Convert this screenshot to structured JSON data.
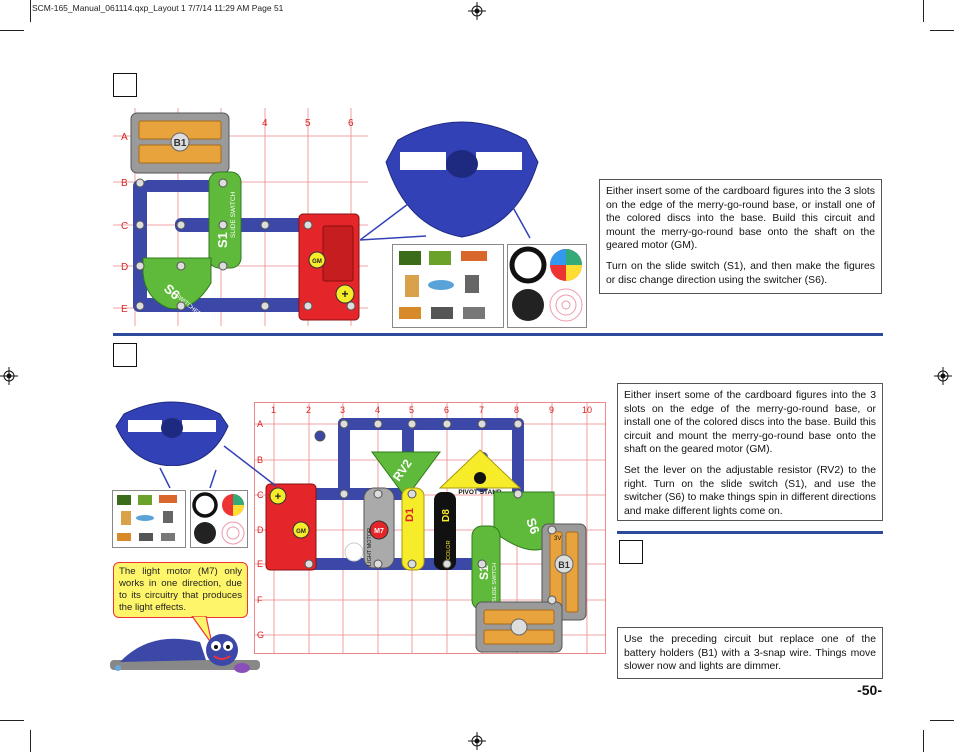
{
  "slug": "SCM-165_Manual_061114.qxp_Layout 1  7/7/14  11:29 AM  Page 51",
  "page_number": "-50-",
  "project_top": {
    "grid_cols": [
      "4",
      "5",
      "6"
    ],
    "grid_rows": [
      "A",
      "B",
      "C",
      "D",
      "E"
    ],
    "text": [
      "Either insert some of the cardboard figures into the 3 slots on the edge of the merry-go-round base, or install one of the colored discs into the base. Build this circuit and mount the merry-go-round base onto the shaft on the geared motor (GM).",
      "Turn on the slide switch (S1), and then make the figures or disc change direction using the switcher (S6)."
    ]
  },
  "project_middle": {
    "grid_cols": [
      "1",
      "2",
      "3",
      "4",
      "5",
      "6",
      "7",
      "8",
      "9",
      "10"
    ],
    "grid_rows": [
      "A",
      "B",
      "C",
      "D",
      "E",
      "F",
      "G"
    ],
    "text": [
      "Either insert some of the cardboard figures into the 3 slots on the edge of the merry-go-round base, or install one of the colored discs into the base. Build this circuit and mount the merry-go-round base onto the shaft on the geared motor (GM).",
      "Set the lever on the adjustable resistor (RV2) to the right. Turn on the slide switch (S1), and use the switcher (S6) to make things spin in different directions and make different lights come on."
    ],
    "callout": "The light motor (M7) only works in one direction, due to its circuitry that produces the light effects."
  },
  "project_bottom": {
    "text": "Use the preceding circuit but replace one of the battery holders (B1) with a 3-snap wire. Things move slower now and lights are dimmer."
  },
  "parts": {
    "b1": "B1",
    "s1": "S1",
    "s6": "S6",
    "gm": "GM",
    "rv2": "RV2",
    "d8": "D8",
    "d1": "D1",
    "m7": "M7",
    "slide_switch": "SLIDE SWITCH",
    "switcher": "SWITCHER",
    "pivot_stand": "PIVOT STAND",
    "light_motor": "LIGHT MOTOR",
    "color": "COLOR",
    "three_v": "3V"
  },
  "colors": {
    "rule": "#2c4b9b",
    "disc": "#3341b6",
    "snap": "#3b48a8",
    "green": "#5fb93a",
    "red": "#e4262a",
    "yellow": "#f7ec2a",
    "grid": "#e88"
  }
}
